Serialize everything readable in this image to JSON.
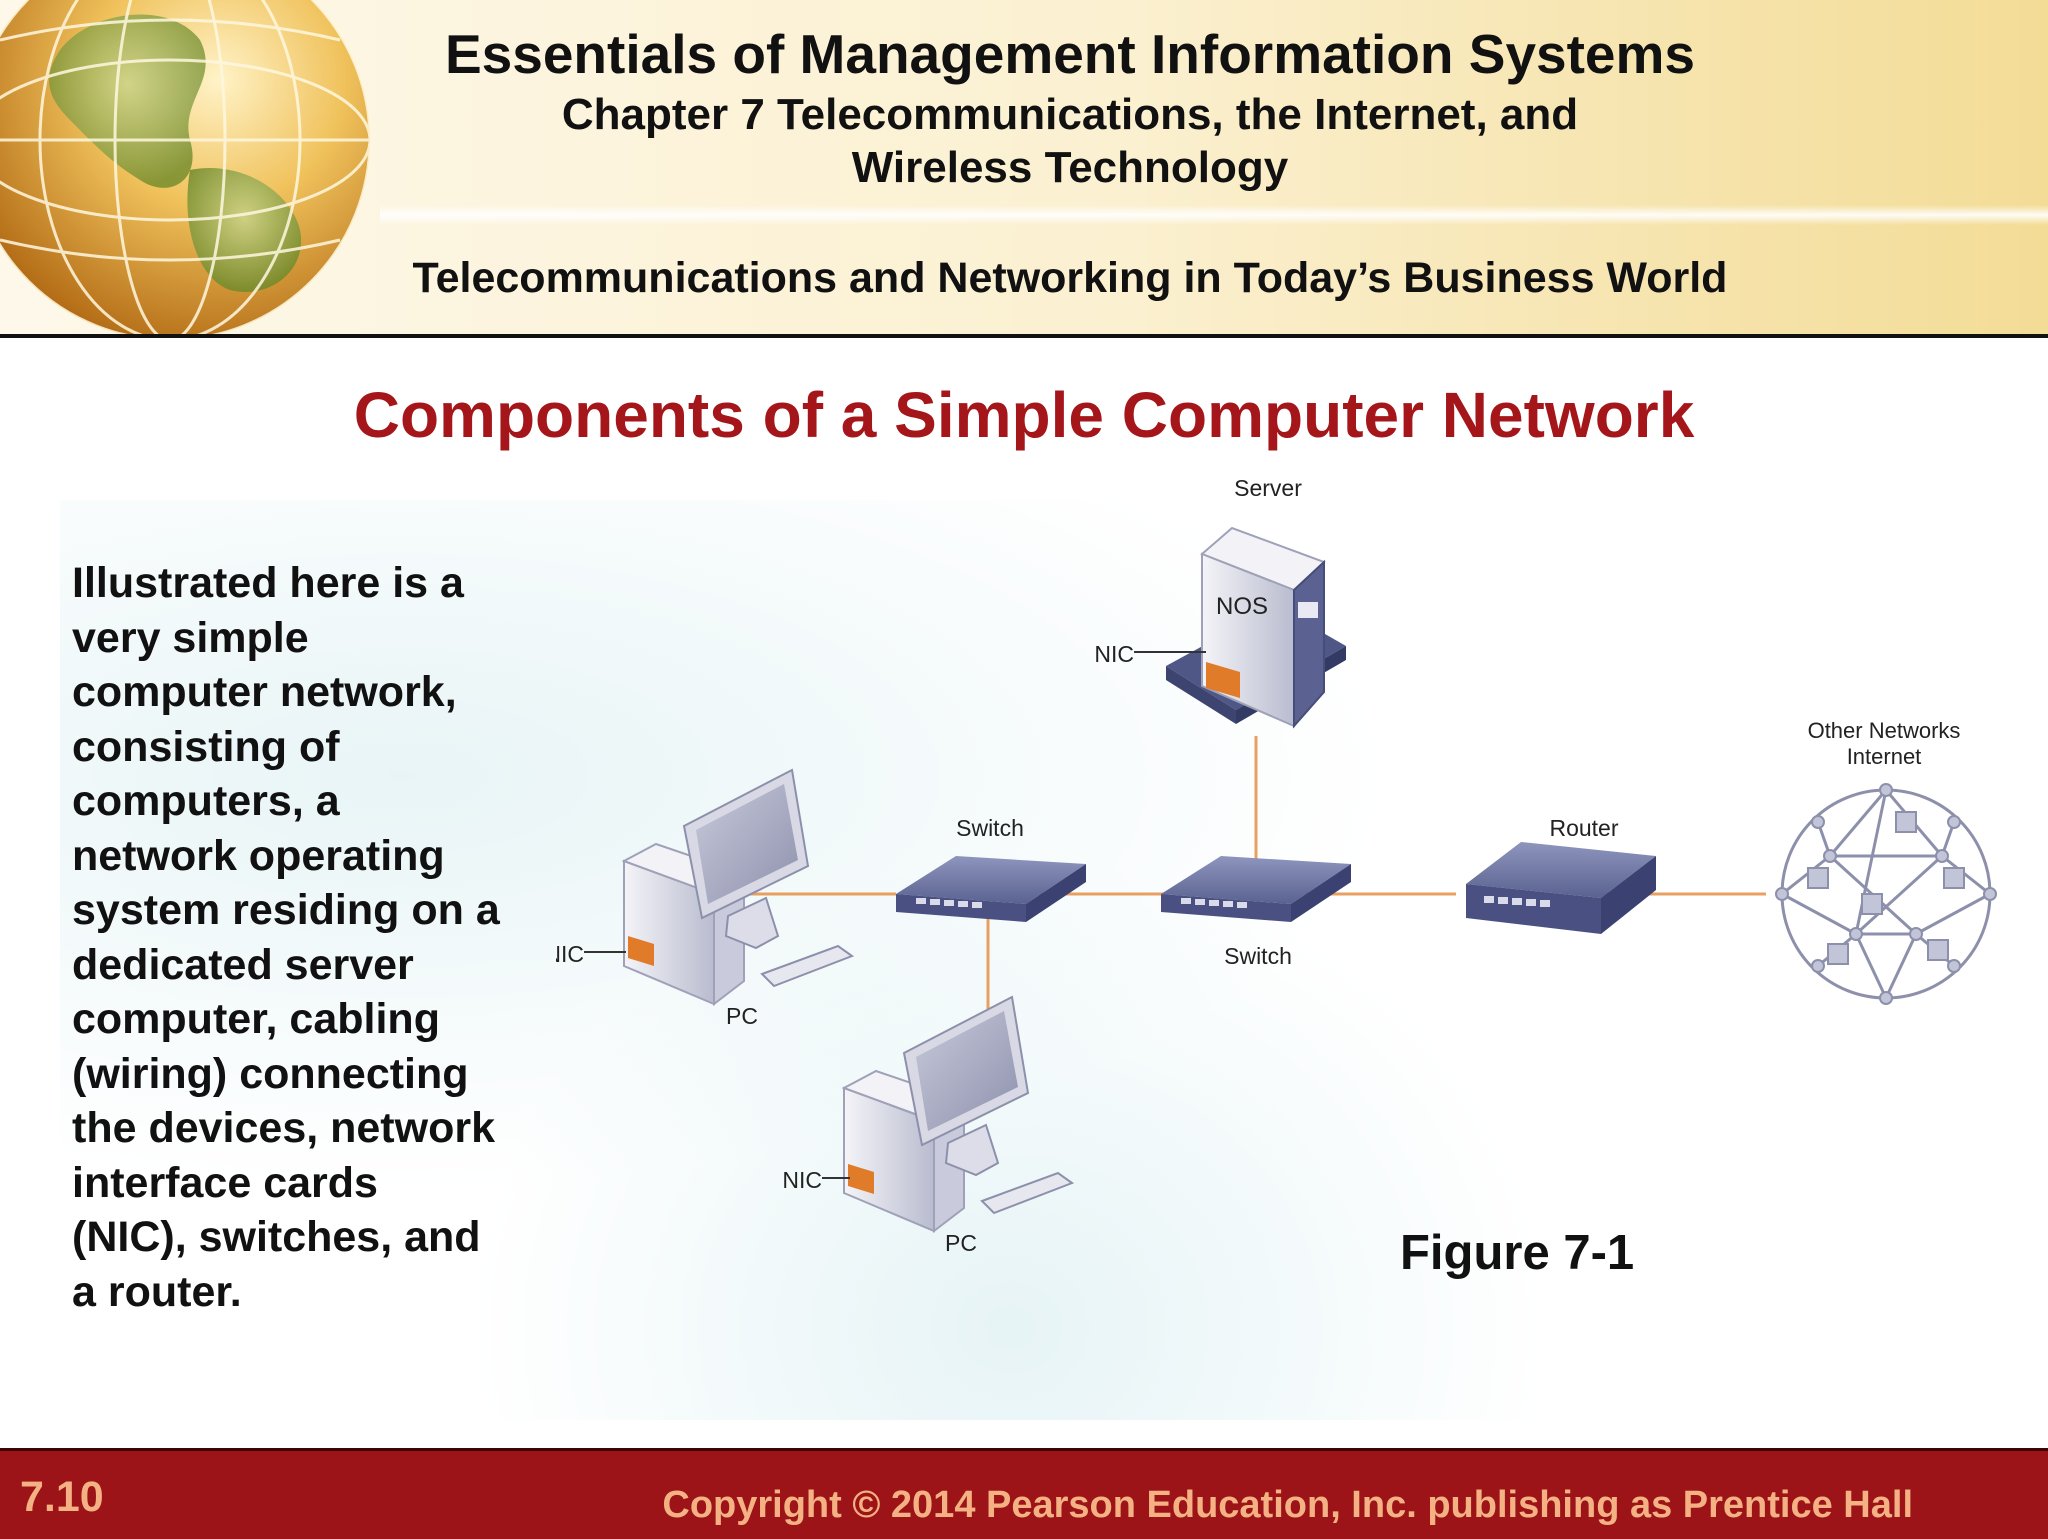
{
  "header": {
    "book_title": "Essentials of Management Information Systems",
    "chapter_line_1": "Chapter 7 Telecommunications, the Internet, and",
    "chapter_line_2": "Wireless Technology",
    "section_title": "Telecommunications and Networking in Today’s Business World"
  },
  "slide": {
    "title": "Components of a Simple Computer Network",
    "body_lines": [
      "Illustrated here is a",
      "very simple",
      "computer network,",
      "consisting of",
      "computers, a",
      "network operating",
      "system residing on a",
      "dedicated server",
      "computer, cabling",
      "(wiring) connecting",
      "the devices, network",
      "interface cards",
      "(NIC), switches, and",
      "a router."
    ],
    "figure_label": "Figure 7-1"
  },
  "diagram": {
    "server_label": "Server",
    "nos_label": "NOS",
    "nic_label": "NIC",
    "switch_label": "Switch",
    "router_label": "Router",
    "pc_label": "PC",
    "other_networks_line_1": "Other Networks",
    "other_networks_line_2": "Internet"
  },
  "footer": {
    "slide_number": "7.10",
    "copyright": "Copyright © 2014 Pearson Education, Inc. publishing as Prentice Hall"
  },
  "colors": {
    "title_red": "#a5161b",
    "footer_red": "#9c1418",
    "footer_text": "#f4b183",
    "cable_orange": "#e8a060",
    "device_blue": "#5a6290",
    "nic_orange": "#e07b2a"
  }
}
